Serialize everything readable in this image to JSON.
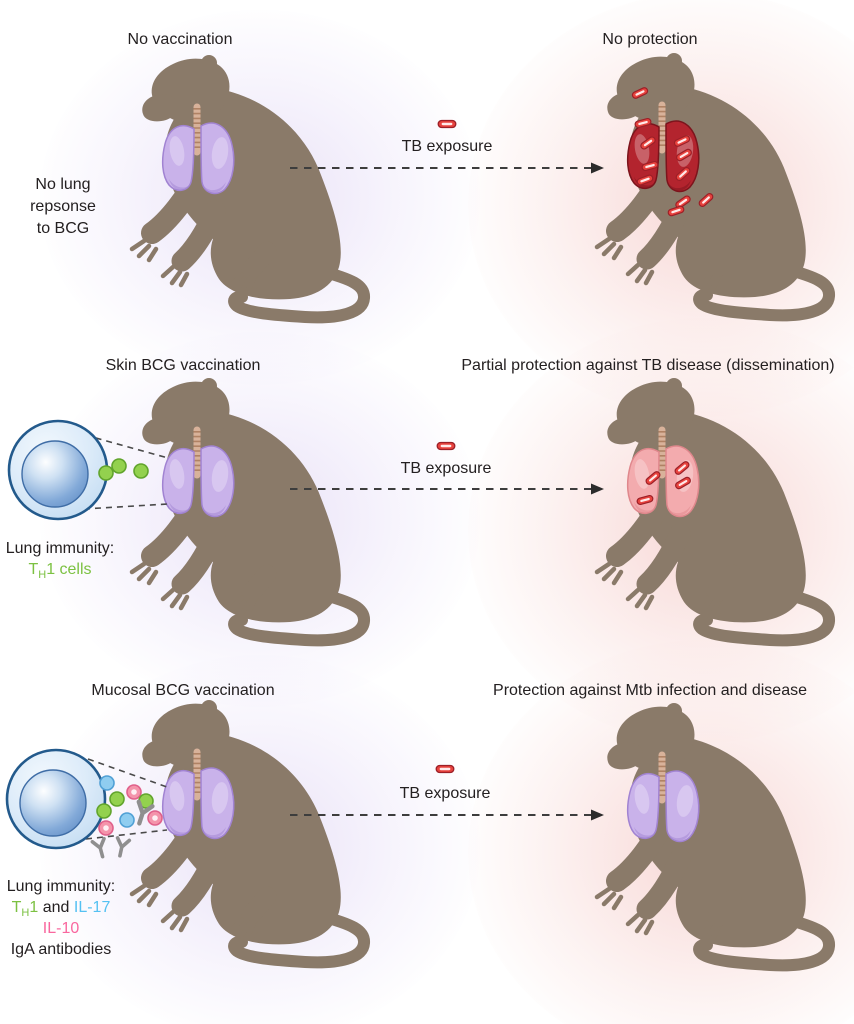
{
  "figure": {
    "background_color": "#ffffff",
    "text_color": "#242021",
    "accent_colors": {
      "monkey_silhouette": "#8a7a69",
      "healthy_lung": "#c9b2ea",
      "diseased_lung": "#b3242e",
      "partially_affected_lung": "#f3abae",
      "tb_bacterium_red": "#e8433e",
      "th1_green": "#7cc142",
      "il17_blue": "#55c1f2",
      "il10_pink": "#f9679e",
      "immune_cell_blue": "#5e8bc4",
      "antibody_gray": "#8f8f8f",
      "left_glow_lavender": "#e6defa",
      "right_glow_pink": "#f7d6d4"
    },
    "rows": [
      {
        "left_title": "No vaccination",
        "right_title": "No protection",
        "side_label": {
          "line1": "No lung",
          "line2": "repsonse",
          "line3": "to BCG"
        },
        "tb_label": "TB exposure"
      },
      {
        "left_title": "Skin BCG vaccination",
        "right_title": "Partial protection against TB disease (dissemination)",
        "tb_label": "TB exposure",
        "immunity": {
          "heading": "Lung immunity:",
          "th_t": "T",
          "th_sub": "H",
          "th_rest": "1 cells"
        }
      },
      {
        "left_title": "Mucosal BCG vaccination",
        "right_title": "Protection against Mtb infection and disease",
        "tb_label": "TB exposure",
        "immunity": {
          "heading": "Lung immunity:",
          "th_t": "T",
          "th_sub": "H",
          "th_rest": "1",
          "and_word": " and ",
          "il17": "IL-17",
          "il10": "IL-10",
          "iga": "IgA antibodies"
        }
      }
    ]
  }
}
